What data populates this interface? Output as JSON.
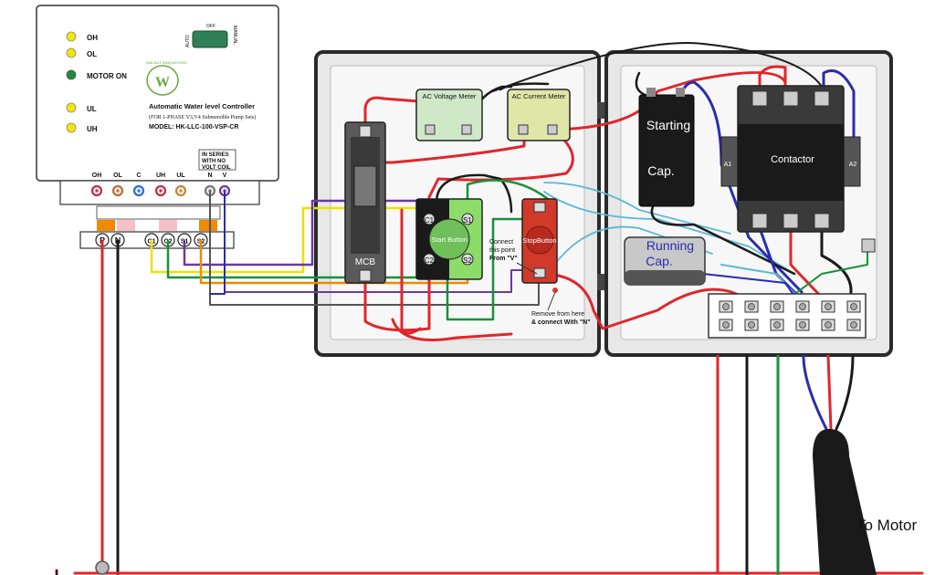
{
  "controller": {
    "indicators": [
      {
        "label": "OH",
        "color": "#f2e600"
      },
      {
        "label": "OL",
        "color": "#f2e600"
      },
      {
        "label": "MOTOR ON",
        "color": "#1d8a3a"
      },
      {
        "label": "UL",
        "color": "#f2e600"
      },
      {
        "label": "UH",
        "color": "#f2e600"
      }
    ],
    "switch_labels": {
      "off": "OFF",
      "auto": "AUTO",
      "manual": "MANUAL"
    },
    "logo_text": "WALNUT INNOVATIONS",
    "title": "Automatic Water level Controller",
    "subtitle": "(FOR 1-PHASE V3,V4 Submersible Pump Sets)",
    "model": "MODEL: HK-LLC-100-VSP-CR",
    "series_note": [
      "IN SERIES",
      "WITH NO",
      "VOLT COIL"
    ],
    "terminals": [
      "OH",
      "OL",
      "C",
      "UH",
      "UL",
      "N",
      "V"
    ],
    "terminal_colors": [
      "#c0304a",
      "#c06a30",
      "#2a6fd6",
      "#c0304a",
      "#c08a30",
      "#777777",
      "#6a3aa0"
    ]
  },
  "terminal_strip": [
    "P",
    "N",
    "C1",
    "C2",
    "S1",
    "S2"
  ],
  "panel_left": {
    "voltage_meter": "AC Voltage Meter",
    "current_meter": "AC Current Meter",
    "mcb": "MCB",
    "start_button": "Start Button",
    "stop_button": "StopButton",
    "start_terminals": [
      "C1",
      "S1",
      "C2",
      "S2"
    ],
    "note_connect": [
      "Connect",
      "this point",
      "From \"V\""
    ],
    "note_remove": [
      "Remove from here",
      "& connect With \"N\""
    ]
  },
  "panel_right": {
    "starting_cap": [
      "Starting",
      "Cap."
    ],
    "running_cap": [
      "Running",
      "Cap."
    ],
    "contactor": "Contactor",
    "coil_terminals": [
      "A1",
      "A2"
    ]
  },
  "output_label": "To Motor",
  "colors": {
    "live": "#e0262b",
    "neutral": "#1a1a1a",
    "earth": "#17913a",
    "control_blue": "#2b2bb0",
    "control_yellow": "#f0e000",
    "control_orange": "#f08a00",
    "control_purple": "#6a3aa0",
    "cyan": "#5ab8d8",
    "meter_green": "#cfe8c8",
    "meter_olive": "#dfe6a8"
  }
}
